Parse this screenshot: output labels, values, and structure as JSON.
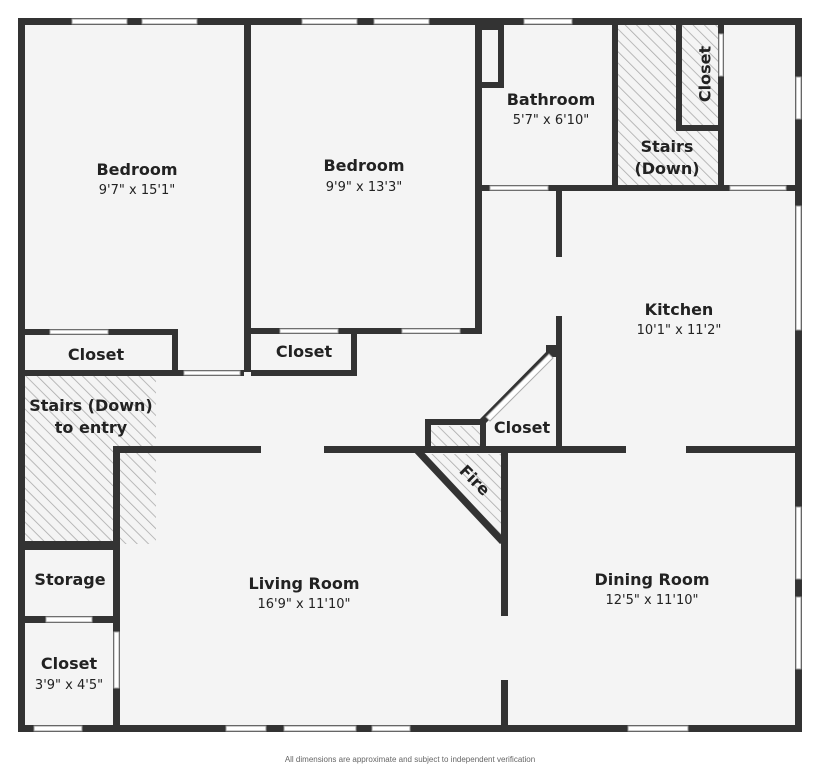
{
  "rooms": {
    "bedroom_1": {
      "name": "Bedroom",
      "dim": "9'7\" x 15'1\""
    },
    "bedroom_2": {
      "name": "Bedroom",
      "dim": "9'9\" x 13'3\""
    },
    "bathroom": {
      "name": "Bathroom",
      "dim": "5'7\" x 6'10\""
    },
    "stairs_down": {
      "line1": "Stairs",
      "line2": "(Down)"
    },
    "closet_top": {
      "name": "Closet"
    },
    "kitchen": {
      "name": "Kitchen",
      "dim": "10'1\" x 11'2\""
    },
    "closet_bed1": {
      "name": "Closet"
    },
    "closet_bed2": {
      "name": "Closet"
    },
    "stairs_entry": {
      "line1": "Stairs (Down)",
      "line2": "to entry"
    },
    "closet_kitchen": {
      "name": "Closet"
    },
    "fireplace": {
      "name": "Fire"
    },
    "storage": {
      "name": "Storage"
    },
    "living_room": {
      "name": "Living Room",
      "dim": "16'9\" x 11'10\""
    },
    "dining_room": {
      "name": "Dining Room",
      "dim": "12'5\" x 11'10\""
    },
    "closet_small": {
      "name": "Closet",
      "dim": "3'9\" x 4'5\""
    }
  },
  "footer": "All dimensions are approximate and subject to independent verification",
  "colors": {
    "wall": "#333333",
    "floor": "#f4f4f4",
    "hatch": "#aaaaaa",
    "window": "#ffffff"
  }
}
